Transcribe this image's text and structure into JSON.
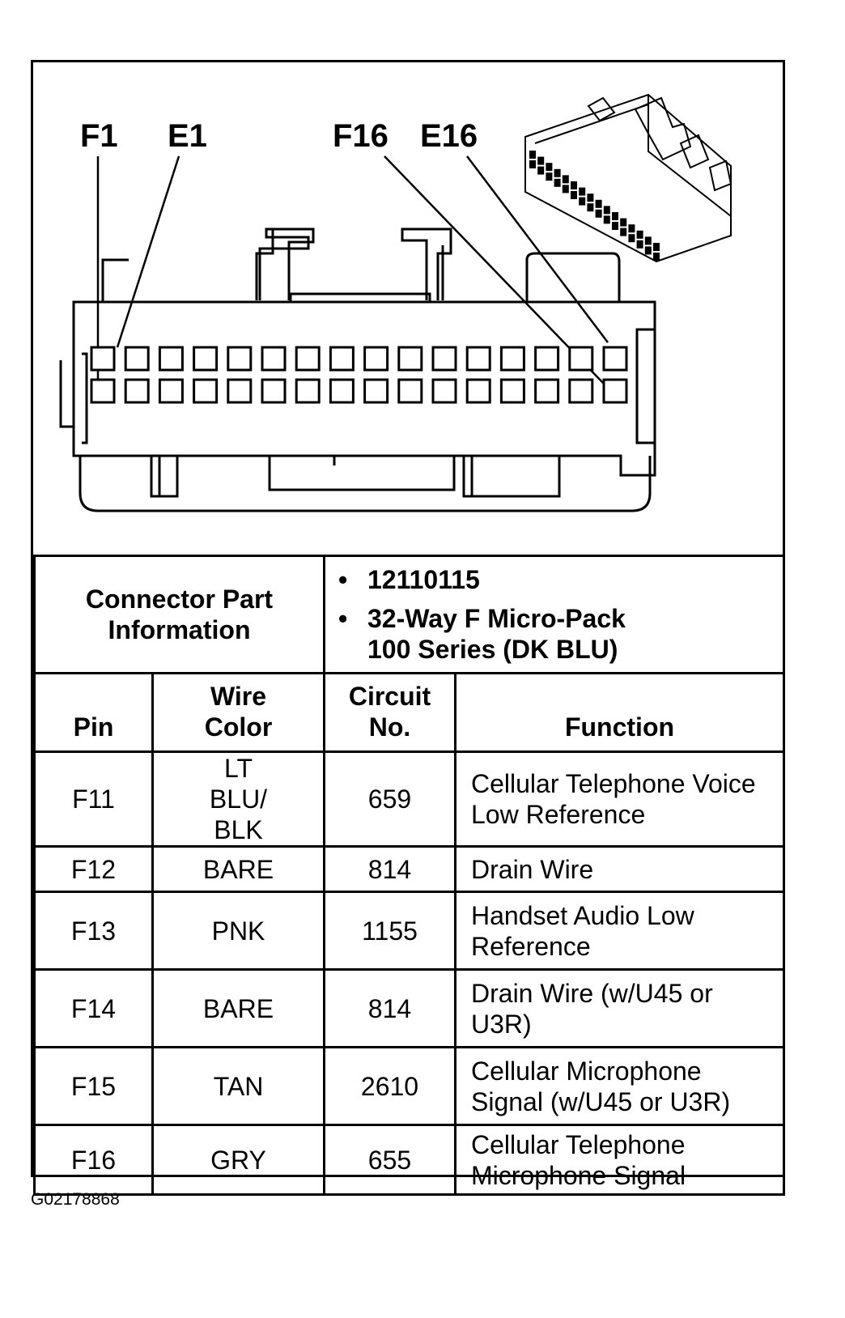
{
  "diagram": {
    "callouts": [
      "F1",
      "E1",
      "F16",
      "E16"
    ],
    "pins_per_row": 16,
    "rows": 2
  },
  "connector_info": {
    "heading": "Connector Part Information",
    "values": [
      "12110115",
      "32-Way F Micro-Pack 100 Series (DK BLU)"
    ]
  },
  "table": {
    "headers": {
      "pin": "Pin",
      "wire_color": "Wire Color",
      "circuit": "Circuit No.",
      "function": "Function"
    },
    "rows": [
      {
        "pin": "F11",
        "color": "LT BLU/ BLK",
        "circuit": "659",
        "function": "Cellular Telephone Voice Low Reference"
      },
      {
        "pin": "F12",
        "color": "BARE",
        "circuit": "814",
        "function": "Drain Wire"
      },
      {
        "pin": "F13",
        "color": "PNK",
        "circuit": "1155",
        "function": "Handset Audio Low Reference"
      },
      {
        "pin": "F14",
        "color": "BARE",
        "circuit": "814",
        "function": "Drain Wire (w/U45 or U3R)"
      },
      {
        "pin": "F15",
        "color": "TAN",
        "circuit": "2610",
        "function": "Cellular Microphone Signal (w/U45 or U3R)"
      },
      {
        "pin": "F16",
        "color": "GRY",
        "circuit": "655",
        "function": "Cellular Telephone Microphone Signal"
      }
    ]
  },
  "figure_code": "G02178868"
}
